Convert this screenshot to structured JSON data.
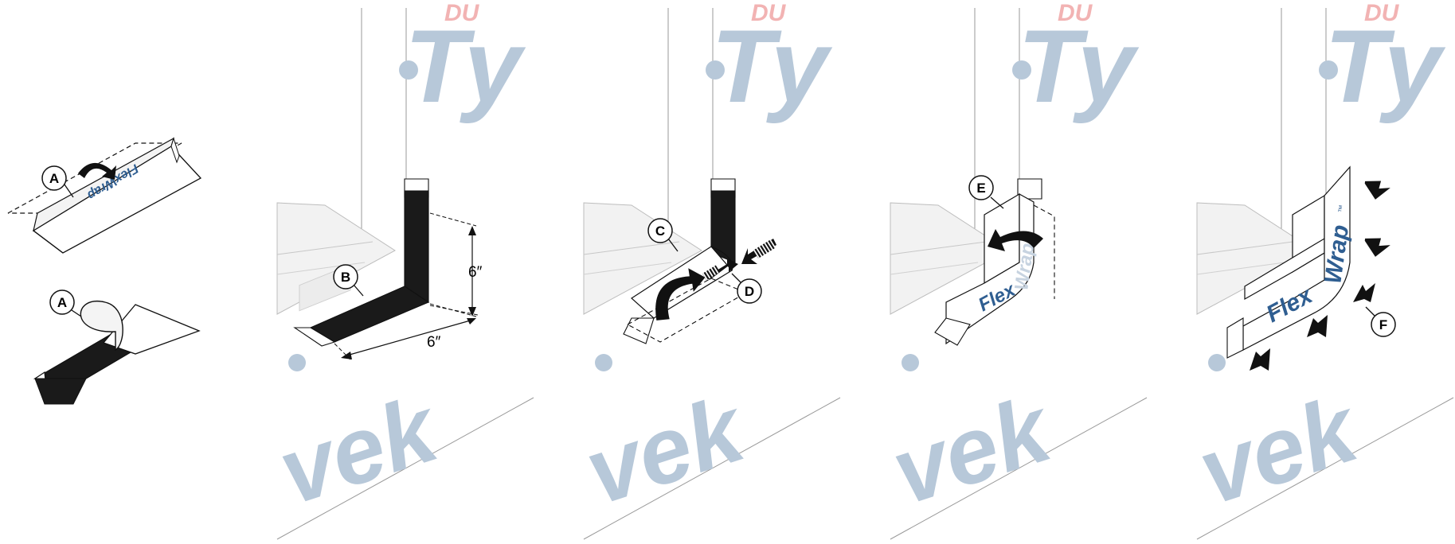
{
  "figure": {
    "colors": {
      "ink": "#111111",
      "wall_line": "#9a9a9a",
      "watermark_blue": "#b7c8d9",
      "watermark_red": "#f2b3b3",
      "flexwrap_blue": "#2f5e91",
      "tape_black": "#1a1a1a",
      "tape_liner": "#f5f5f5"
    },
    "icons": [
      "curved-arrow-icon",
      "push-arrow-icon",
      "press-arrow-icon"
    ],
    "callouts": {
      "a_top": "A",
      "a_bottom": "A",
      "b": "B",
      "c": "C",
      "d": "D",
      "e": "E",
      "f": "F"
    },
    "dimensions": {
      "height": "6″",
      "width": "6″"
    },
    "brand": {
      "tape_top": "FlexWrap",
      "panel4_flex": "Flex",
      "panel4_wrap": "Wrap",
      "panel4_tm": "™",
      "panel5_flex": "Flex",
      "panel5_wrap": "Wrap",
      "panel5_tm": "™"
    },
    "watermark": {
      "ty": "Ty",
      "vek": "vek",
      "red": "DU",
      "reg": "®"
    }
  }
}
